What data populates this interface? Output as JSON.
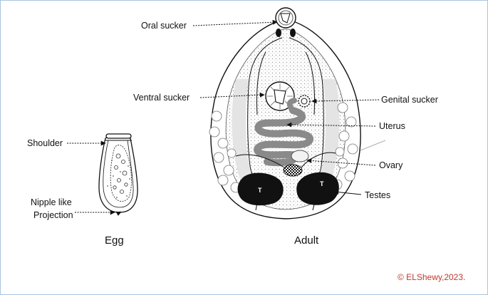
{
  "egg": {
    "caption": "Egg",
    "labels": {
      "shoulder": "Shoulder",
      "nipple_line1": "Nipple like",
      "nipple_line2": "Projection"
    }
  },
  "adult": {
    "caption": "Adult",
    "labels": {
      "oral_sucker": "Oral sucker",
      "ventral_sucker": "Ventral sucker",
      "genital_sucker": "Genital sucker",
      "uterus": "Uterus",
      "ovary": "Ovary",
      "testes": "Testes"
    },
    "testis_mark": "T"
  },
  "copyright": "© ELShewy,2023.",
  "colors": {
    "frame": "#a9c4e0",
    "ink": "#111111",
    "uterus": "#8a8a8a",
    "vitellaria": "#d9d9d9",
    "copyright": "#c0392b"
  }
}
